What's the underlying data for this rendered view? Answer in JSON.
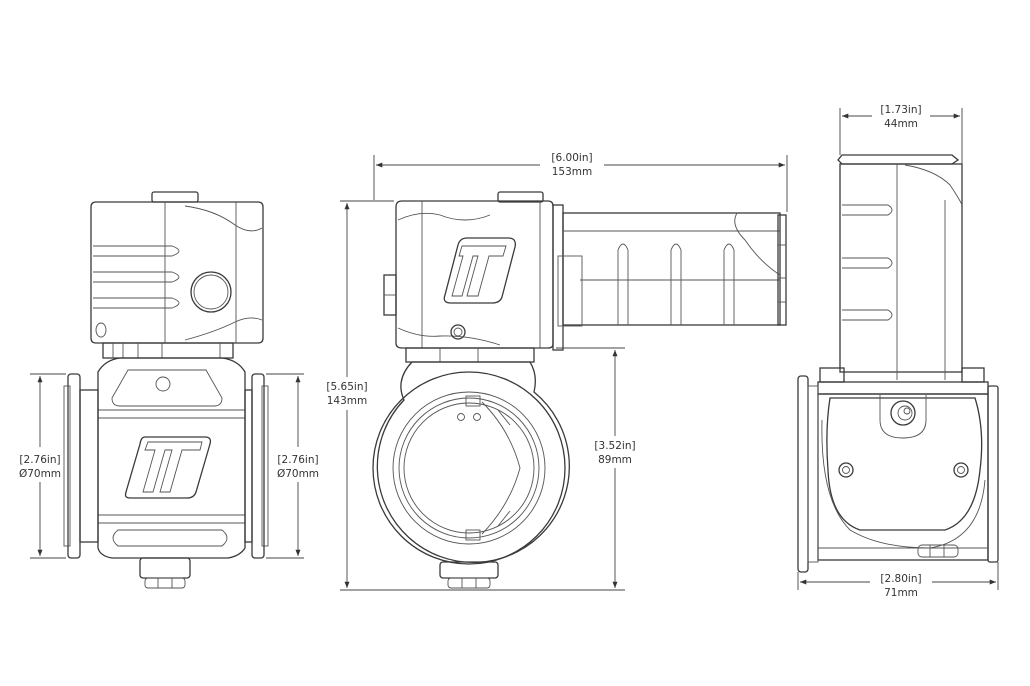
{
  "drawing": {
    "title": "Blow-off valve dimensional drawing",
    "views": [
      "front-view",
      "side-view",
      "end-view"
    ]
  },
  "dimensions": {
    "front_left_diameter": {
      "inch": "[2.76in]",
      "metric": "Ø70mm"
    },
    "front_right_diameter": {
      "inch": "[2.76in]",
      "metric": "Ø70mm"
    },
    "side_overall_width": {
      "inch": "[6.00in]",
      "metric": "153mm"
    },
    "side_overall_height": {
      "inch": "[5.65in]",
      "metric": "143mm"
    },
    "side_body_height": {
      "inch": "[3.52in]",
      "metric": "89mm"
    },
    "end_top_width": {
      "inch": "[1.73in]",
      "metric": "44mm"
    },
    "end_bottom_width": {
      "inch": "[2.80in]",
      "metric": "71mm"
    }
  }
}
